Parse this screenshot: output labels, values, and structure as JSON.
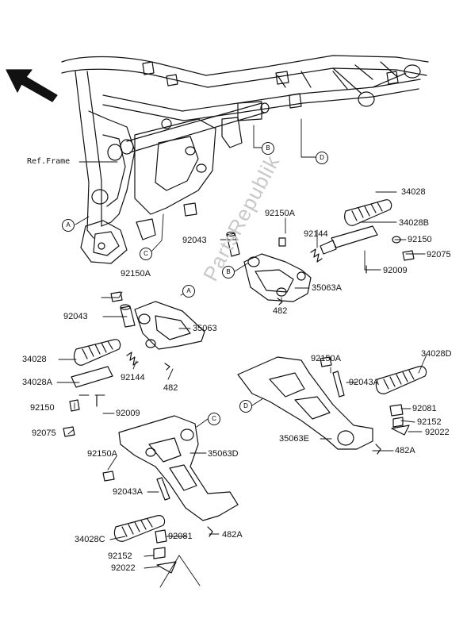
{
  "reference": {
    "frame_label": "Ref.Frame"
  },
  "callouts": {
    "A": "A",
    "B": "B",
    "C": "C",
    "D": "D"
  },
  "parts": {
    "p34028_r": "34028",
    "p34028B": "34028B",
    "p92150_r": "92150",
    "p92075_r": "92075",
    "p92009_r": "92009",
    "p92150A_top": "92150A",
    "p92144_r": "92144",
    "p92043_r": "92043",
    "p35063A": "35063A",
    "p482": "482",
    "p92150A_l": "92150A",
    "p92043_l": "92043",
    "p35063": "35063",
    "p34028_l": "34028",
    "p34028A": "34028A",
    "p92144_l": "92144",
    "p482_l": "482",
    "p92150_l": "92150",
    "p92009_l": "92009",
    "p92075_l": "92075",
    "p92150A_rr": "92150A",
    "p34028D": "34028D",
    "p92043A_r": "92043A",
    "p92081_r": "92081",
    "p92152_r": "92152",
    "p92022_r": "92022",
    "p35063E": "35063E",
    "p482A_r": "482A",
    "p92150A_lr": "92150A",
    "p35063D": "35063D",
    "p92043A_l": "92043A",
    "p34028C": "34028C",
    "p92081_l": "92081",
    "p482A_l": "482A",
    "p92152_l": "92152",
    "p92022_l": "92022"
  },
  "watermark": "PartsRepublik",
  "icons": {
    "direction_arrow": "front-direction-arrow-icon"
  }
}
